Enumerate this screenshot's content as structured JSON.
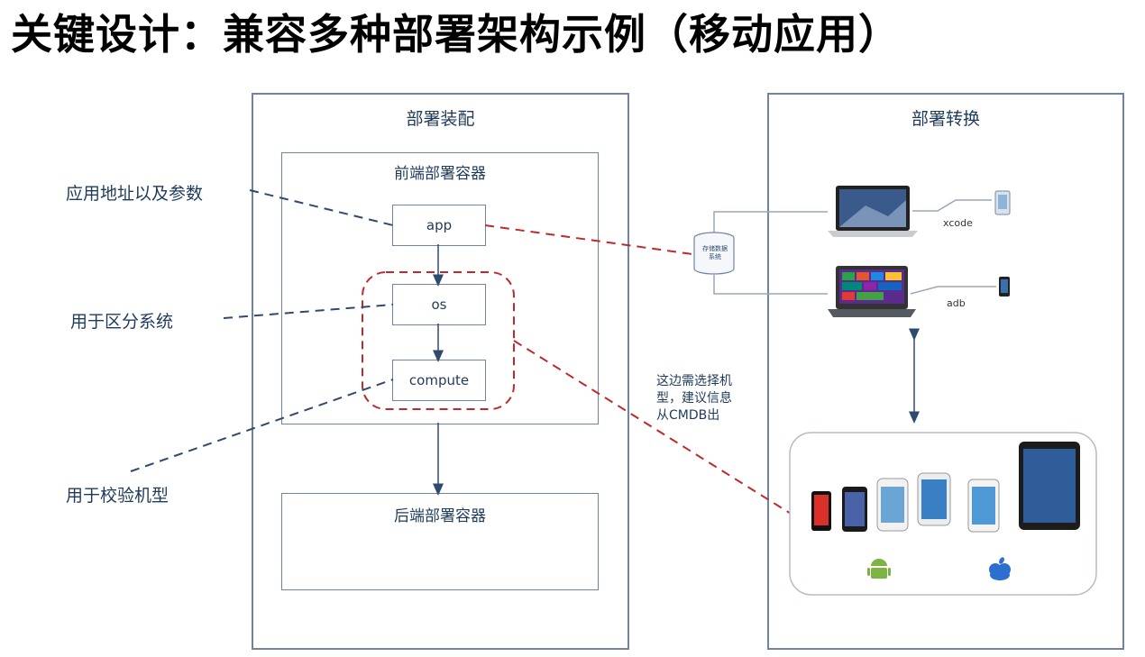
{
  "title": "关键设计：兼容多种部署架构示例（移动应用）",
  "panels": {
    "deploy_assembly": "部署装配",
    "frontend_container": "前端部署容器",
    "backend_container": "后端部署容器",
    "deploy_transform": "部署转换"
  },
  "nodes": {
    "app": "app",
    "os": "os",
    "compute": "compute"
  },
  "annotations": {
    "app_params": "应用地址以及参数",
    "os_distinguish": "用于区分系统",
    "model_verify": "用于校验机型",
    "cmdb_note_line1": "这边需选择机",
    "cmdb_note_line2": "型，建议信息",
    "cmdb_note_line3": "从CMDB出"
  },
  "transform": {
    "xcode_label": "xcode",
    "adb_label": "adb",
    "storage_label_1": "存储数据",
    "storage_label_2": "系统"
  },
  "colors": {
    "box_border": "#6f84a3",
    "text": "#1f3b5c",
    "dashed_blue": "#2f4a6e",
    "dashed_red": "#c0292b"
  }
}
